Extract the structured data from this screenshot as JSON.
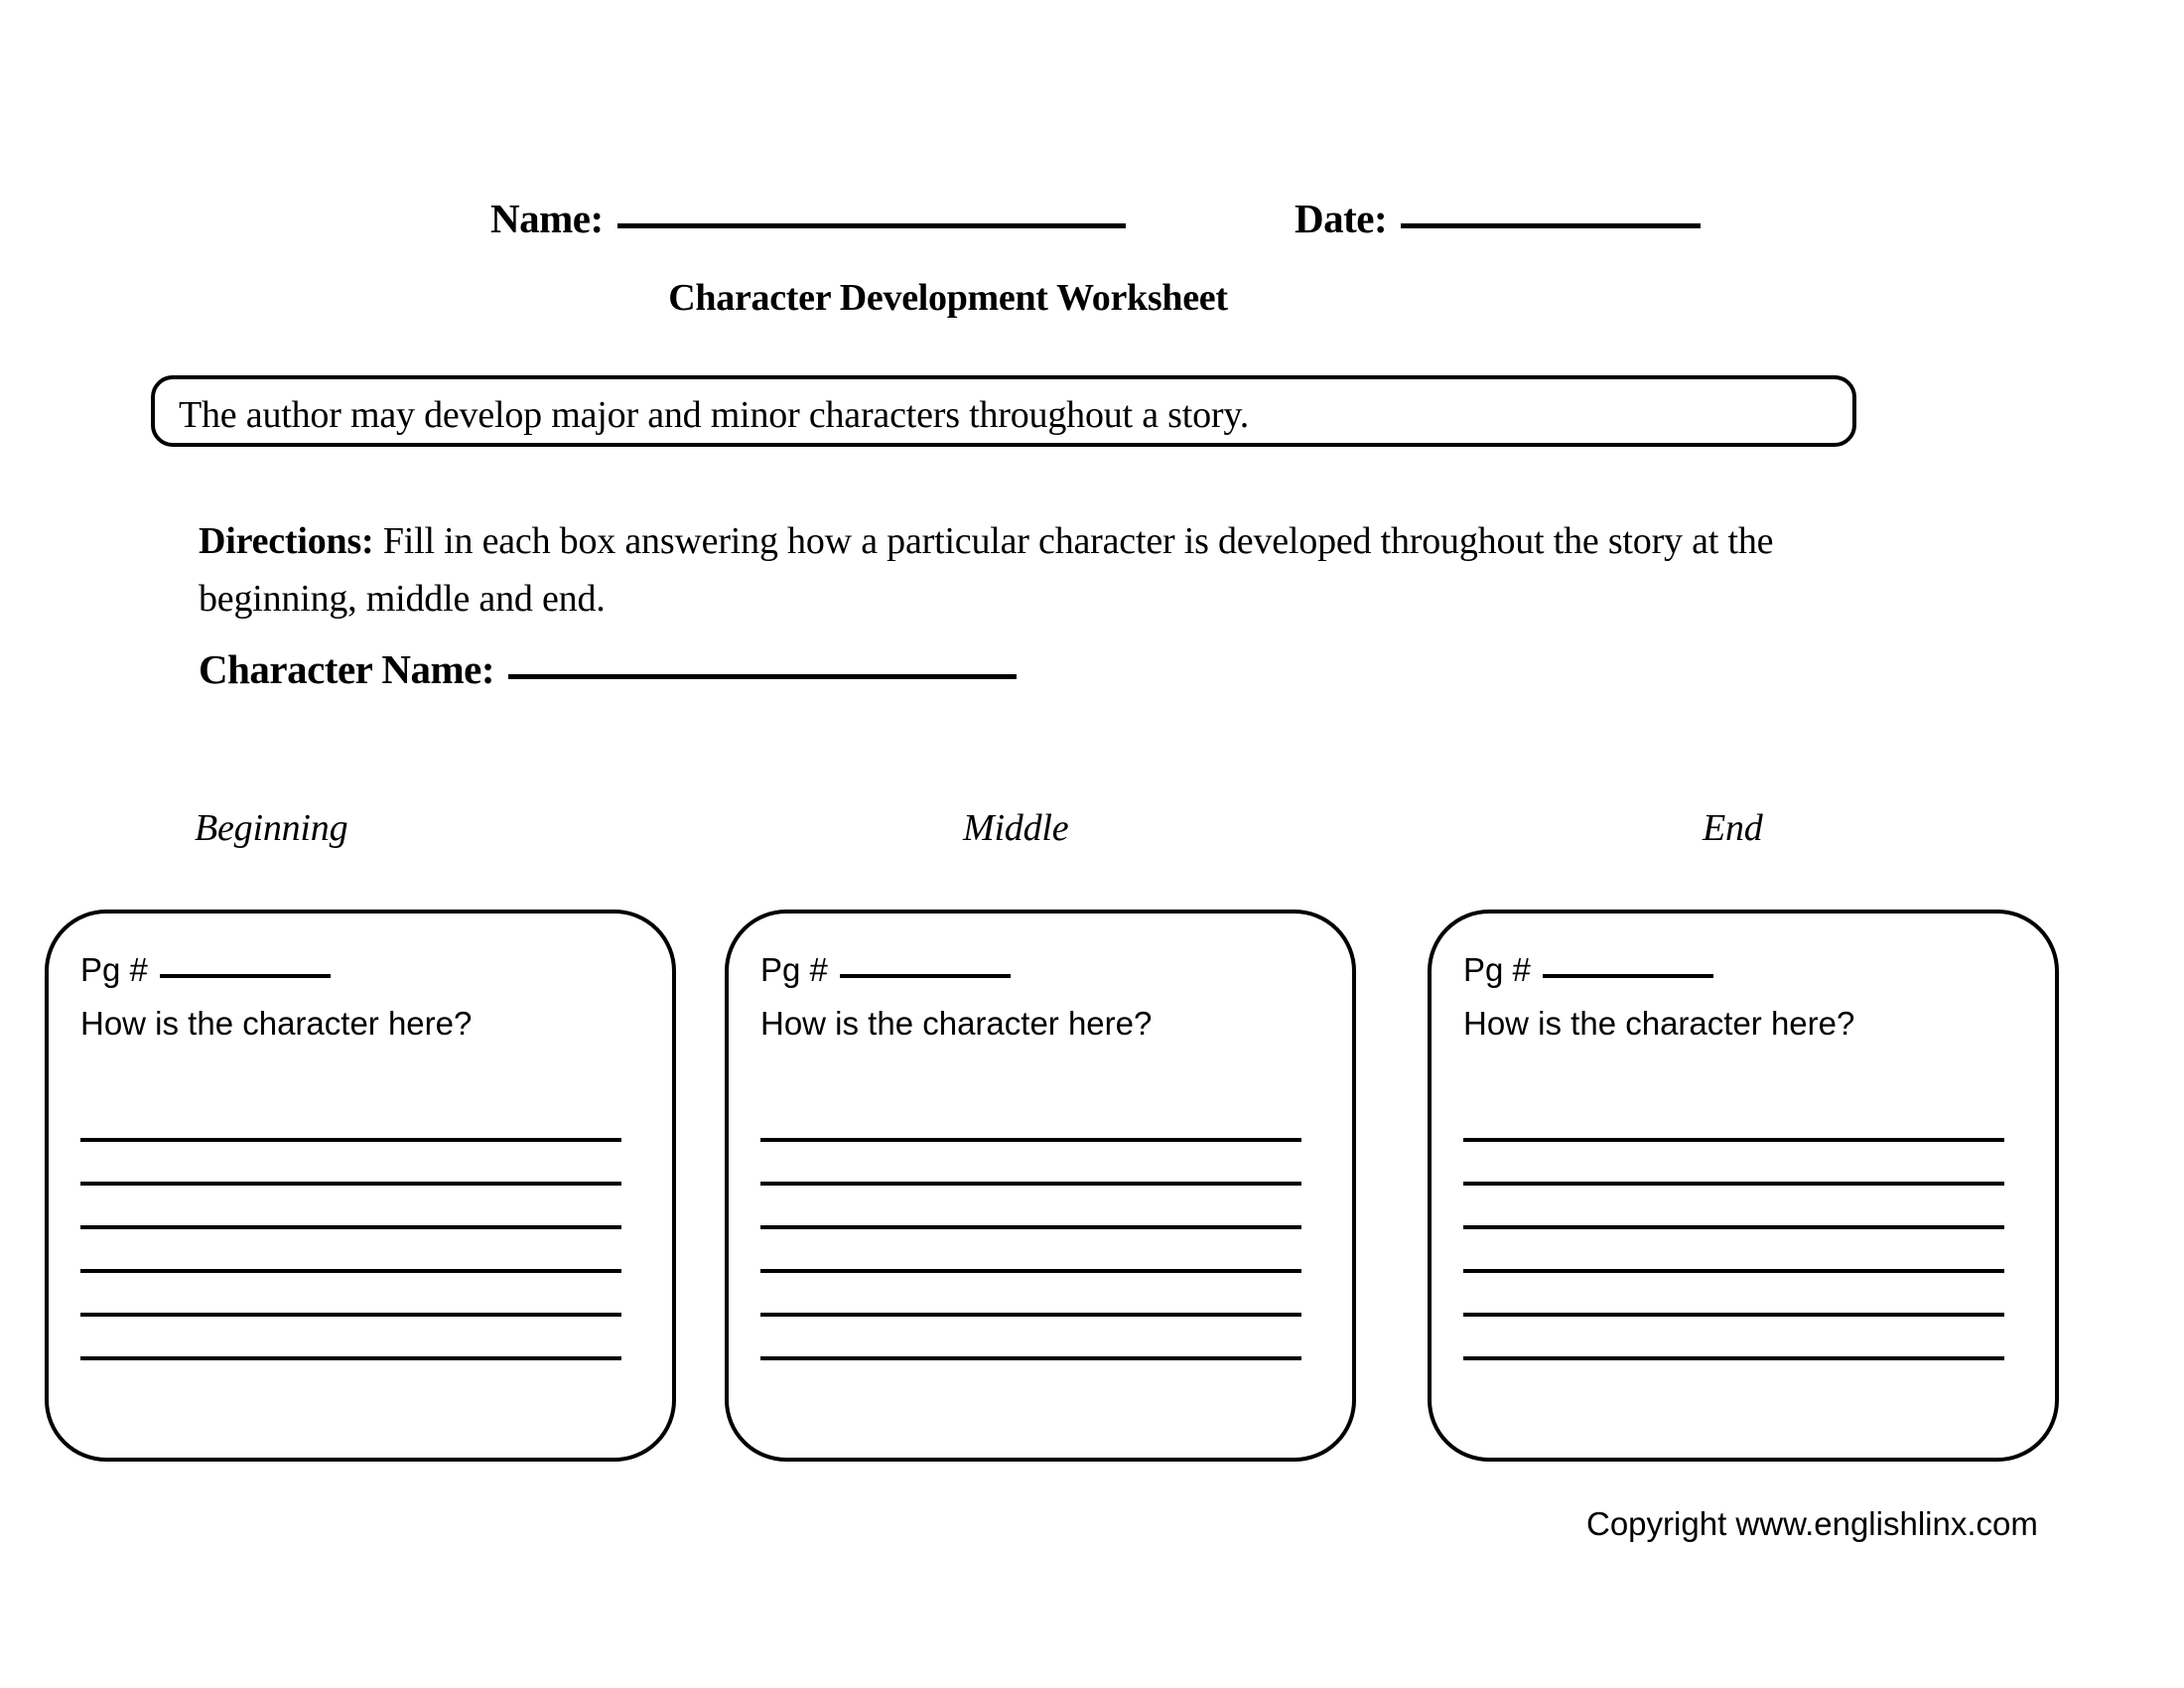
{
  "header": {
    "name_label": "Name:",
    "date_label": "Date:"
  },
  "title": "Character Development Worksheet",
  "quote": "The author may develop major and minor characters throughout a story.",
  "directions": {
    "label": "Directions:",
    "text": " Fill in each box answering how a particular character is developed throughout the story at the beginning, middle and end."
  },
  "character_name": {
    "label": "Character Name:"
  },
  "columns": [
    {
      "caption": "Beginning",
      "pg_label": "Pg #",
      "prompt": "How is the character here?",
      "write_line_count": 6
    },
    {
      "caption": "Middle",
      "pg_label": "Pg #",
      "prompt": "How is the character here?",
      "write_line_count": 6
    },
    {
      "caption": "End",
      "pg_label": "Pg #",
      "prompt": "How is the character here?",
      "write_line_count": 6
    }
  ],
  "copyright": "Copyright www.englishlinx.com",
  "colors": {
    "ink": "#000000",
    "paper": "#ffffff"
  }
}
